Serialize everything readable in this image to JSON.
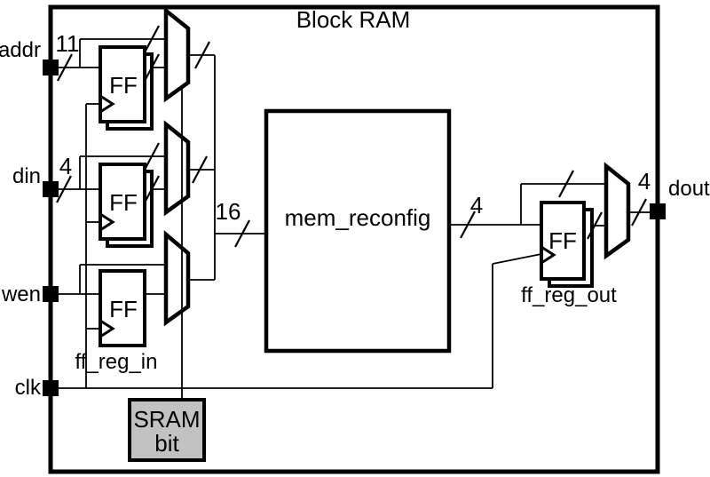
{
  "title": "Block RAM",
  "ports": {
    "addr": {
      "label": "addr",
      "width": "11"
    },
    "din": {
      "label": "din",
      "width": "4"
    },
    "wen": {
      "label": "wen"
    },
    "clk": {
      "label": "clk"
    },
    "dout": {
      "label": "dout",
      "width": "4"
    }
  },
  "buses": {
    "internal_width": "16",
    "mem_out_width": "4"
  },
  "components": {
    "ff_label": "FF",
    "ff_reg_in": "ff_reg_in",
    "ff_reg_out": "ff_reg_out",
    "mem": "mem_reconfig",
    "sram_line1": "SRAM",
    "sram_line2": "bit"
  },
  "colors": {
    "sram_fill": "#c2c2c2",
    "line": "#000000"
  }
}
